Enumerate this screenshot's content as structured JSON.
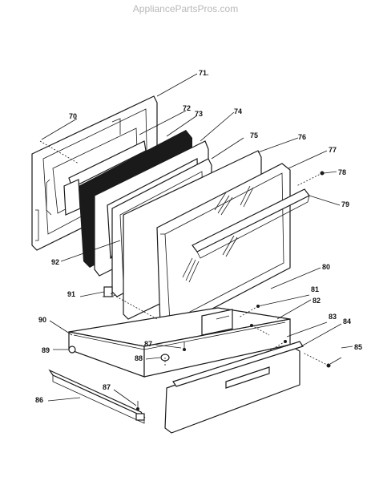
{
  "watermark": "AppliancePartsPros.com",
  "callouts": {
    "c70": "70",
    "c71": "71.",
    "c72": "72",
    "c73": "73",
    "c74": "74",
    "c75": "75",
    "c76": "76",
    "c77": "77",
    "c78": "78",
    "c79": "79",
    "c80": "80",
    "c81": "81",
    "c82": "82",
    "c83": "83",
    "c84": "84",
    "c85": "85",
    "c86": "86",
    "c87a": "87",
    "c87b": "87",
    "c88": "88",
    "c89": "89",
    "c90": "90",
    "c91": "91",
    "c92": "92"
  }
}
